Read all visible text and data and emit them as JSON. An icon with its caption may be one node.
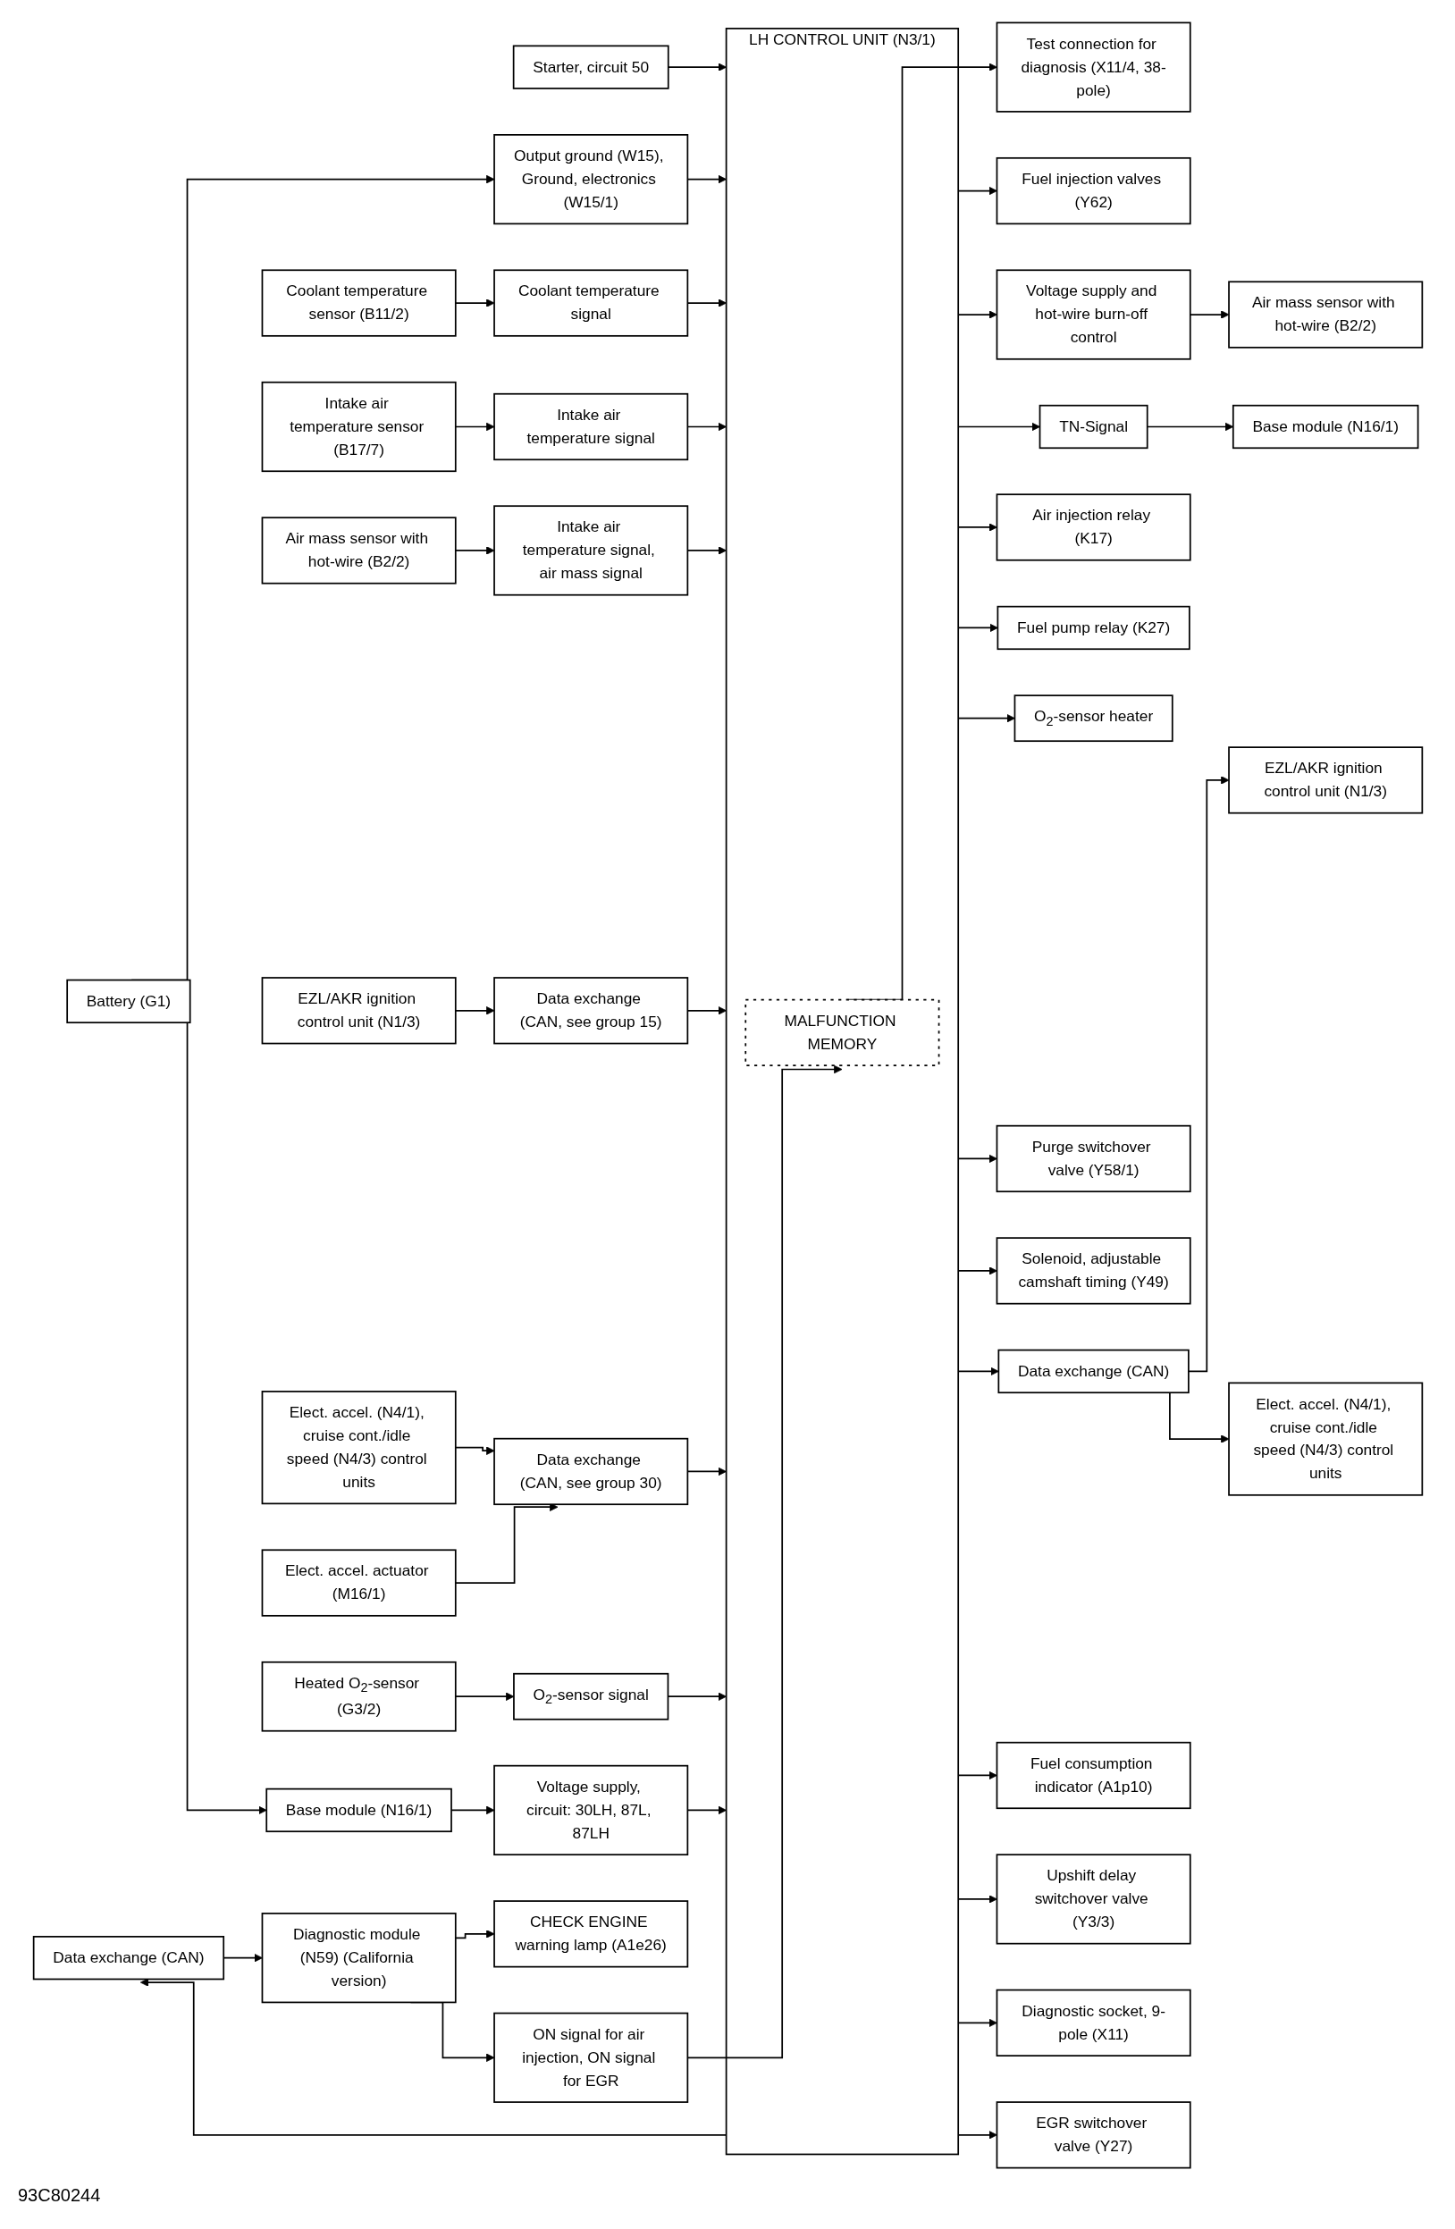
{
  "diagram": {
    "nodes": [
      {
        "text": [
          "Battery (G1)"
        ]
      },
      {
        "text": [
          "Base module (N16/1)"
        ]
      },
      {
        "text": [
          "Coolant temperature sensor (B11/2)"
        ]
      },
      {
        "text": [
          "Intake air temperature sensor (B17/7)"
        ]
      },
      {
        "text": [
          "Air mass sensor with hot-wire (B2/2)"
        ]
      },
      {
        "text": [
          "EZL/AKR ignition control unit (N1/3)"
        ]
      },
      {
        "text": [
          "Elect. accel. (N4/1), cruise cont./idle speed (N4/3) control units"
        ]
      },
      {
        "text": [
          "Elect. accel. actuator (M16/1)"
        ]
      },
      {
        "text": [
          "Heated O$_{2}$-sensor (G3/2)"
        ]
      },
      {
        "text": [
          "Diagnostic module (N59) (California version)"
        ]
      },
      {
        "text": [
          "Starter, circuit 50"
        ]
      },
      {
        "text": [
          "Output ground (W15), Ground, electronics (W15/1)"
        ]
      },
      {
        "text": [
          "Voltage supply, circuit: 30LH, 87L, 87LH"
        ]
      },
      {
        "text": [
          "Coolant temperature signal"
        ]
      },
      {
        "text": [
          "Intake air temperature signal"
        ]
      },
      {
        "text": [
          "Intake air temperature signal, air mass signal"
        ]
      },
      {
        "text": [
          "Data exchange (CAN, see group 15)"
        ]
      },
      {
        "text": [
          "Data exchange (CAN, see group 30)"
        ]
      },
      {
        "text": [
          "O$_{2}$-sensor signal"
        ]
      },
      {
        "text": [
          "CHECK ENGINE warning lamp (A1e26)"
        ]
      },
      {
        "text": [
          "Data exchange (CAN)"
        ]
      },
      {
        "text": [
          "ON signal for air injection, ON signal for EGR"
        ]
      },
      {
        "text": [
          "LH CONTROL UNIT (N3/1)"
        ]
      },
      {
        "text": [
          "MALFUNCTION MEMORY"
        ],
        "in": 22
      },
      {
        "text": [
          "Fuel injection valves (Y62)"
        ]
      },
      {
        "text": [
          "Voltage supply and hot-wire burn-off control"
        ]
      },
      {
        "text": [
          "Air mass sensor with hot-wire (B2/2)"
        ]
      },
      {
        "text": [
          "TN-Signal"
        ]
      },
      {
        "text": [
          "Base module (N16/1)"
        ]
      },
      {
        "text": [
          "Air injection relay (K17)"
        ]
      },
      {
        "text": [
          "Fuel pump relay (K27)"
        ]
      },
      {
        "text": [
          "O$_{2}$-sensor heater"
        ]
      },
      {
        "text": [
          "Purge switchover valve (Y58/1)"
        ]
      },
      {
        "text": [
          "Solenoid, adjustable camshaft timing (Y49)"
        ]
      },
      {
        "text": [
          "Data exchange (CAN)"
        ]
      },
      {
        "text": [
          "EZL/AKR ignition control unit (N1/3)"
        ]
      },
      {
        "text": [
          "Elect. accel. (N4/1), cruise cont./idle speed (N4/3) control units"
        ]
      },
      {
        "text": [
          "Fuel consumption indicator (A1p10)"
        ]
      },
      {
        "text": [
          "Upshift delay switchover valve (Y3/3)"
        ]
      },
      {
        "text": [
          "Diagnostic socket, 9-pole (X11)"
        ]
      },
      {
        "text": [
          "EGR switchover valve (Y27)"
        ]
      },
      {
        "text": [
          "Test connection for diagnosis (X11/4, 38-pole)"
        ]
      }
    ],
    "edges": [
      {
        "from": 0,
        "to": 11,
        "arrow": "to"
      },
      {
        "from": 0,
        "to": 1,
        "arrow": "to"
      },
      {
        "from": 10,
        "to": 22,
        "arrow": "to"
      },
      {
        "from": 11,
        "to": 22,
        "arrow": "to"
      },
      {
        "from": 1,
        "to": 12,
        "arrow": "to"
      },
      {
        "from": 12,
        "to": 22,
        "arrow": "to"
      },
      {
        "from": 2,
        "to": 13,
        "arrow": "to"
      },
      {
        "from": 13,
        "to": 22,
        "arrow": "to"
      },
      {
        "from": 3,
        "to": 14,
        "arrow": "to"
      },
      {
        "from": 14,
        "to": 22,
        "arrow": "to"
      },
      {
        "from": 4,
        "to": 15,
        "arrow": "to"
      },
      {
        "from": 15,
        "to": 22,
        "arrow": "to"
      },
      {
        "from": 5,
        "to": 16,
        "arrow": "to"
      },
      {
        "from": 16,
        "to": 22,
        "arrow": "to"
      },
      {
        "from": 6,
        "to": 17,
        "arrow": "to"
      },
      {
        "from": 7,
        "to": 17,
        "arrow": "to"
      },
      {
        "from": 17,
        "to": 22,
        "arrow": "to"
      },
      {
        "from": 8,
        "to": 18,
        "arrow": "to"
      },
      {
        "from": 18,
        "to": 22,
        "arrow": "to"
      },
      {
        "from": 9,
        "to": 19,
        "arrow": "to"
      },
      {
        "from": 22,
        "to": 20,
        "arrow": "to"
      },
      {
        "from": 20,
        "to": 9,
        "arrow": "to"
      },
      {
        "from": 9,
        "to": 21,
        "arrow": "to"
      },
      {
        "from": 21,
        "to": 23,
        "arrow": "to"
      },
      {
        "from": 22,
        "to": 24,
        "arrow": "to"
      },
      {
        "from": 22,
        "to": 25,
        "arrow": "to"
      },
      {
        "from": 25,
        "to": 26,
        "arrow": "to"
      },
      {
        "from": 22,
        "to": 27,
        "arrow": "to"
      },
      {
        "from": 27,
        "to": 28,
        "arrow": "to"
      },
      {
        "from": 22,
        "to": 29,
        "arrow": "to"
      },
      {
        "from": 22,
        "to": 30,
        "arrow": "to"
      },
      {
        "from": 22,
        "to": 31,
        "arrow": "to"
      },
      {
        "from": 22,
        "to": 32,
        "arrow": "to"
      },
      {
        "from": 22,
        "to": 33,
        "arrow": "to"
      },
      {
        "from": 22,
        "to": 34,
        "arrow": "to"
      },
      {
        "from": 34,
        "to": 35,
        "arrow": "to"
      },
      {
        "from": 34,
        "to": 36,
        "arrow": "to"
      },
      {
        "from": 22,
        "to": 37,
        "arrow": "to"
      },
      {
        "from": 22,
        "to": 38,
        "arrow": "to"
      },
      {
        "from": 22,
        "to": 39,
        "arrow": "to"
      },
      {
        "from": 22,
        "to": 40,
        "arrow": "to"
      },
      {
        "from": 23,
        "to": 41,
        "arrow": "to"
      }
    ],
    "labels": [
      "93C80244"
    ]
  }
}
